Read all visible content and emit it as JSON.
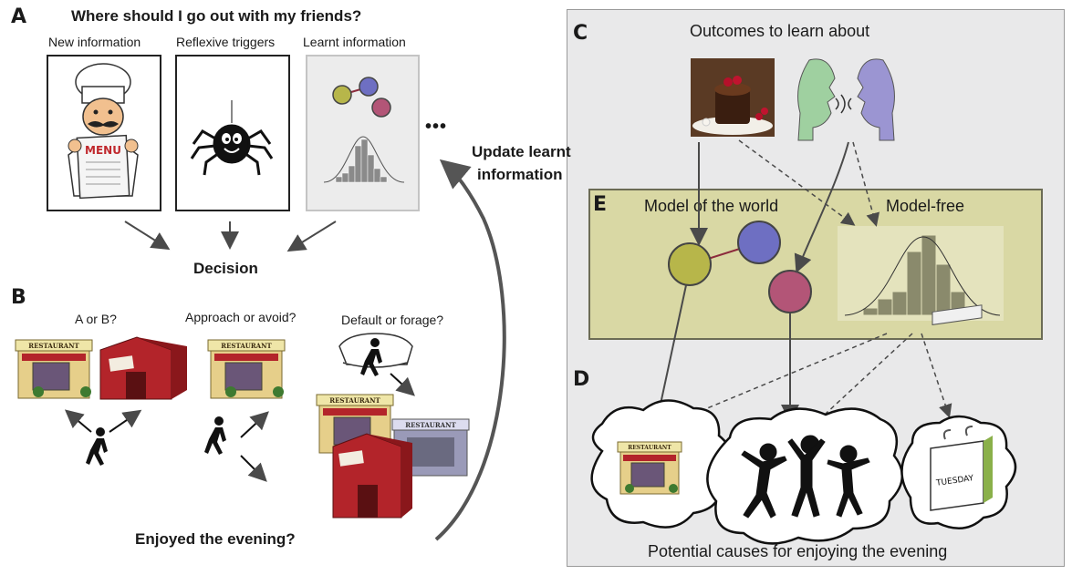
{
  "panelA": {
    "letter": "A",
    "question": "Where should I go out with my friends?",
    "sources": [
      "New information",
      "Reflexive triggers",
      "Learnt information"
    ],
    "menu_label": "MENU",
    "ellipsis": "•••",
    "decision": "Decision"
  },
  "panelB": {
    "letter": "B",
    "choices": [
      "A or B?",
      "Approach or avoid?",
      "Default or forage?"
    ],
    "restaurant_sign": "RESTAURANT",
    "enjoyed": "Enjoyed the evening?"
  },
  "feedback": {
    "line1": "Update learnt",
    "line2": "information"
  },
  "panelC": {
    "letter": "C",
    "title": "Outcomes to learn about"
  },
  "panelE": {
    "letter": "E",
    "model_world": "Model of the world",
    "model_free": "Model-free"
  },
  "panelD": {
    "letter": "D",
    "day_label": "TUESDAY",
    "caption": "Potential causes for enjoying the evening"
  },
  "colors": {
    "circle_olive": "#b7b64a",
    "circle_blue": "#6e6fc2",
    "circle_pink": "#b35577",
    "restaurant_red": "#b3242a",
    "model_box": "#d9d8a4",
    "histogram": "#8a8a6c"
  }
}
